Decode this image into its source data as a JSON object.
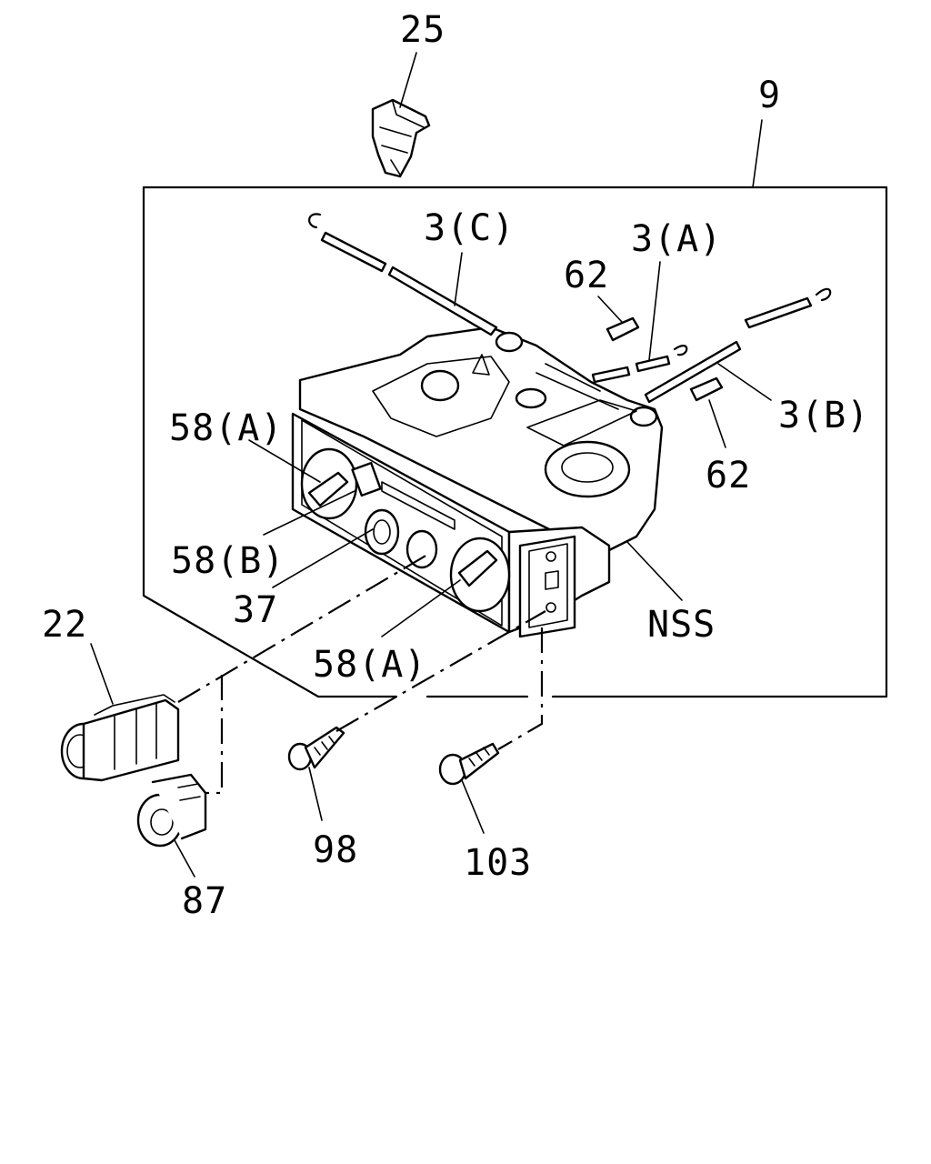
{
  "diagram": {
    "labels": {
      "p25": "25",
      "p9": "9",
      "p3c": "3(C)",
      "p3a": "3(A)",
      "p62a": "62",
      "p3b": "3(B)",
      "p62b": "62",
      "p58a_top": "58(A)",
      "p58b": "58(B)",
      "p37": "37",
      "pnss": "NSS",
      "p58a_bot": "58(A)",
      "p22": "22",
      "p98": "98",
      "p103": "103",
      "p87": "87"
    }
  }
}
